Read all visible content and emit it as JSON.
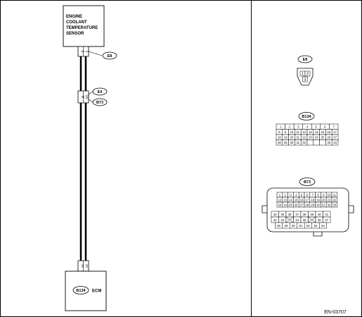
{
  "component_sensor": [
    "ENGINE",
    "COOLANT",
    "TEMPERATURE",
    "SENSOR"
  ],
  "component_ecm": "ECM",
  "connectors": {
    "e8": "E8",
    "e4": "E4",
    "b73": "B73",
    "b134": "B134"
  },
  "pins": {
    "e8_side": [
      "2",
      "1"
    ],
    "e4_side": [
      "8",
      "15"
    ],
    "ecm_side": [
      "34",
      "22"
    ]
  },
  "face_e8": [
    "1",
    "2",
    "3"
  ],
  "face_b134": [
    [
      "1",
      "2",
      "3",
      "4",
      "5",
      "6",
      "7"
    ],
    [
      "8",
      "9",
      "10",
      "11",
      "12",
      "13",
      "14",
      "15",
      "16",
      "17"
    ],
    [
      "18",
      "19",
      "20",
      "21",
      "22",
      "23",
      "24",
      "25",
      "26",
      "27"
    ],
    [
      "28",
      "29",
      "30",
      "31",
      "32",
      "",
      "",
      "",
      "33",
      "34"
    ]
  ],
  "face_b73": {
    "top": [
      [
        "1",
        "2",
        "3",
        "4",
        "5",
        "6",
        "7",
        "8",
        "9",
        "10",
        "11"
      ],
      [
        "12",
        "13",
        "14",
        "15",
        "16",
        "17",
        "18",
        "19",
        "20",
        "21",
        "22"
      ],
      [
        "23",
        "24",
        "25",
        "26",
        "27",
        "28",
        "29",
        "30",
        "31",
        "32",
        "33"
      ]
    ],
    "bottom": [
      [
        "34",
        "35",
        "36",
        "37",
        "38",
        "39",
        "40",
        "41"
      ],
      [
        "42",
        "43",
        "",
        "44",
        "45",
        "",
        "46",
        "47"
      ],
      [
        "48",
        "49",
        "50",
        "51",
        "52",
        "53",
        "54"
      ]
    ]
  },
  "reference_code": "EN-03707"
}
